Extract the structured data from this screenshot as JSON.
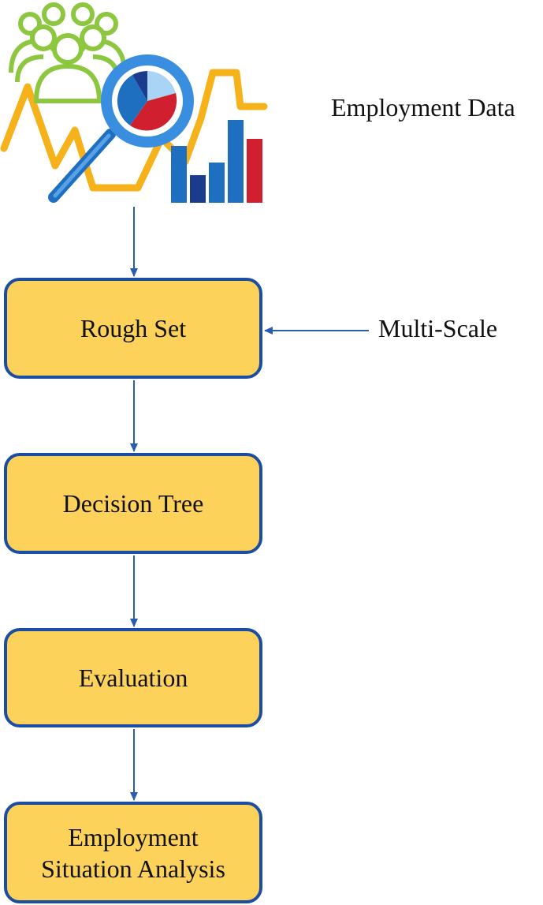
{
  "diagram": {
    "input_label": "Employment Data",
    "side_input_label": "Multi-Scale",
    "steps": [
      {
        "label": "Rough Set"
      },
      {
        "label": "Decision Tree"
      },
      {
        "label": "Evaluation"
      },
      {
        "label": "Employment Situation Analysis"
      }
    ]
  },
  "colors": {
    "box_fill": "#fcd25a",
    "box_border": "#1b4ea3",
    "arrow": "#2a5db0",
    "people_icon": "#8dc63f",
    "trend_line": "#f6b21b",
    "bar_blue": "#1f6fc0",
    "bar_navy": "#1b3c8c",
    "bar_red": "#d0202f"
  }
}
